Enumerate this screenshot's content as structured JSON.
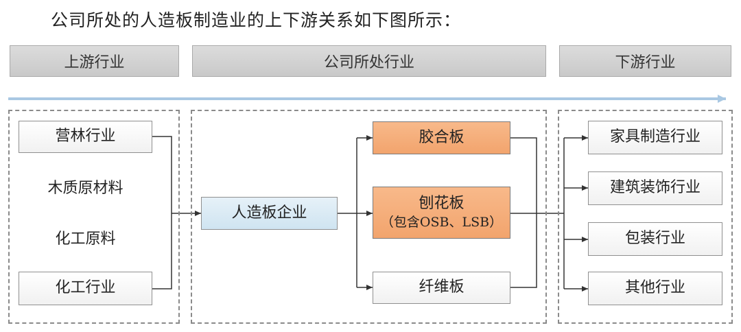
{
  "title": "公司所处的人造板制造业的上下游关系如下图所示：",
  "headers": {
    "upstream": "上游行业",
    "company": "公司所处行业",
    "downstream": "下游行业"
  },
  "upstream": {
    "forestry": "营林行业",
    "wood_material": "木质原材料",
    "chemical_material": "化工原料",
    "chemical_industry": "化工行业"
  },
  "company": {
    "enterprise": "人造板企业",
    "plywood": "胶合板",
    "particleboard": "刨花板",
    "particleboard_note": "（包含OSB、LSB）",
    "fiberboard": "纤维板"
  },
  "downstream": {
    "furniture": "家具制造行业",
    "decoration": "建筑装饰行业",
    "packaging": "包装行业",
    "other": "其他行业"
  },
  "colors": {
    "flow_arrow": "#a9c8e3",
    "orange_box": "#f4a870",
    "blue_box": "#d6e8f3"
  }
}
